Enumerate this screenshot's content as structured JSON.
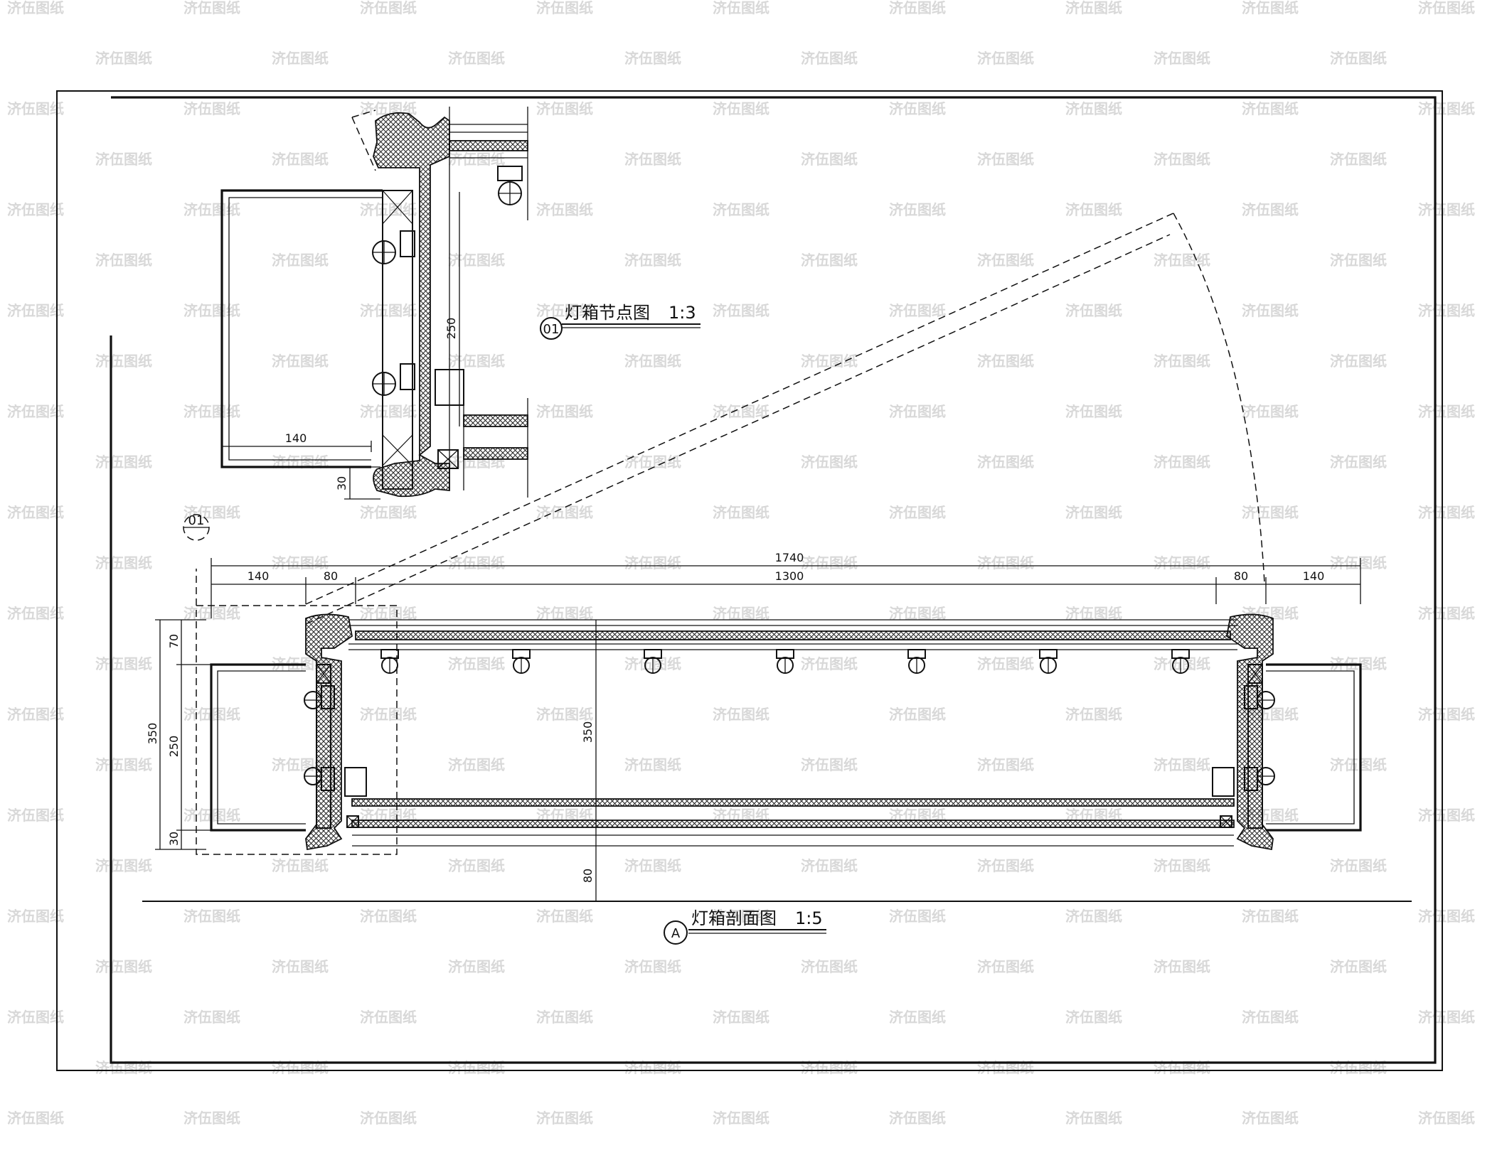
{
  "watermark": "济伍图纸",
  "detail": {
    "tag": "01",
    "title": "灯箱节点图",
    "scale": "1:3",
    "dims": {
      "width_140": "140",
      "height_250": "250",
      "height_30": "30"
    }
  },
  "section": {
    "tag": "A",
    "title": "灯箱剖面图",
    "scale": "1:5",
    "callout_tag": "01",
    "dims": {
      "overall": "1740",
      "left_140": "140",
      "left_80": "80",
      "middle_1300": "1300",
      "right_80": "80",
      "right_140": "140",
      "height_70": "70",
      "height_350_left": "350",
      "height_250": "250",
      "height_30": "30",
      "height_350_center": "350",
      "height_80": "80"
    }
  }
}
